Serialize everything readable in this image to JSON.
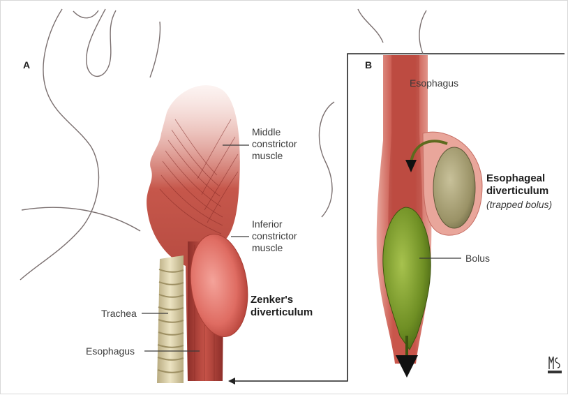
{
  "figure": {
    "panel_a": {
      "letter": "A",
      "labels": {
        "middle_constrictor": "Middle\nconstrictor\nmuscle",
        "inferior_constrictor": "Inferior\nconstrictor\nmuscle",
        "zenkers": "Zenker's\ndiverticulum",
        "trachea": "Trachea",
        "esophagus": "Esophagus"
      }
    },
    "panel_b": {
      "letter": "B",
      "labels": {
        "esophagus": "Esophagus",
        "esophageal_diverticulum": "Esophageal\ndiverticulum",
        "trapped_bolus": "(trapped bolus)",
        "bolus": "Bolus"
      }
    },
    "colors": {
      "muscle": "#b5443c",
      "diverticulum": "#e07a72",
      "bolus_green": "#7a9a2c",
      "trapped_bolus": "#a8a072",
      "trachea": "#d9cfa6",
      "outline": "#6a6a6a"
    }
  }
}
